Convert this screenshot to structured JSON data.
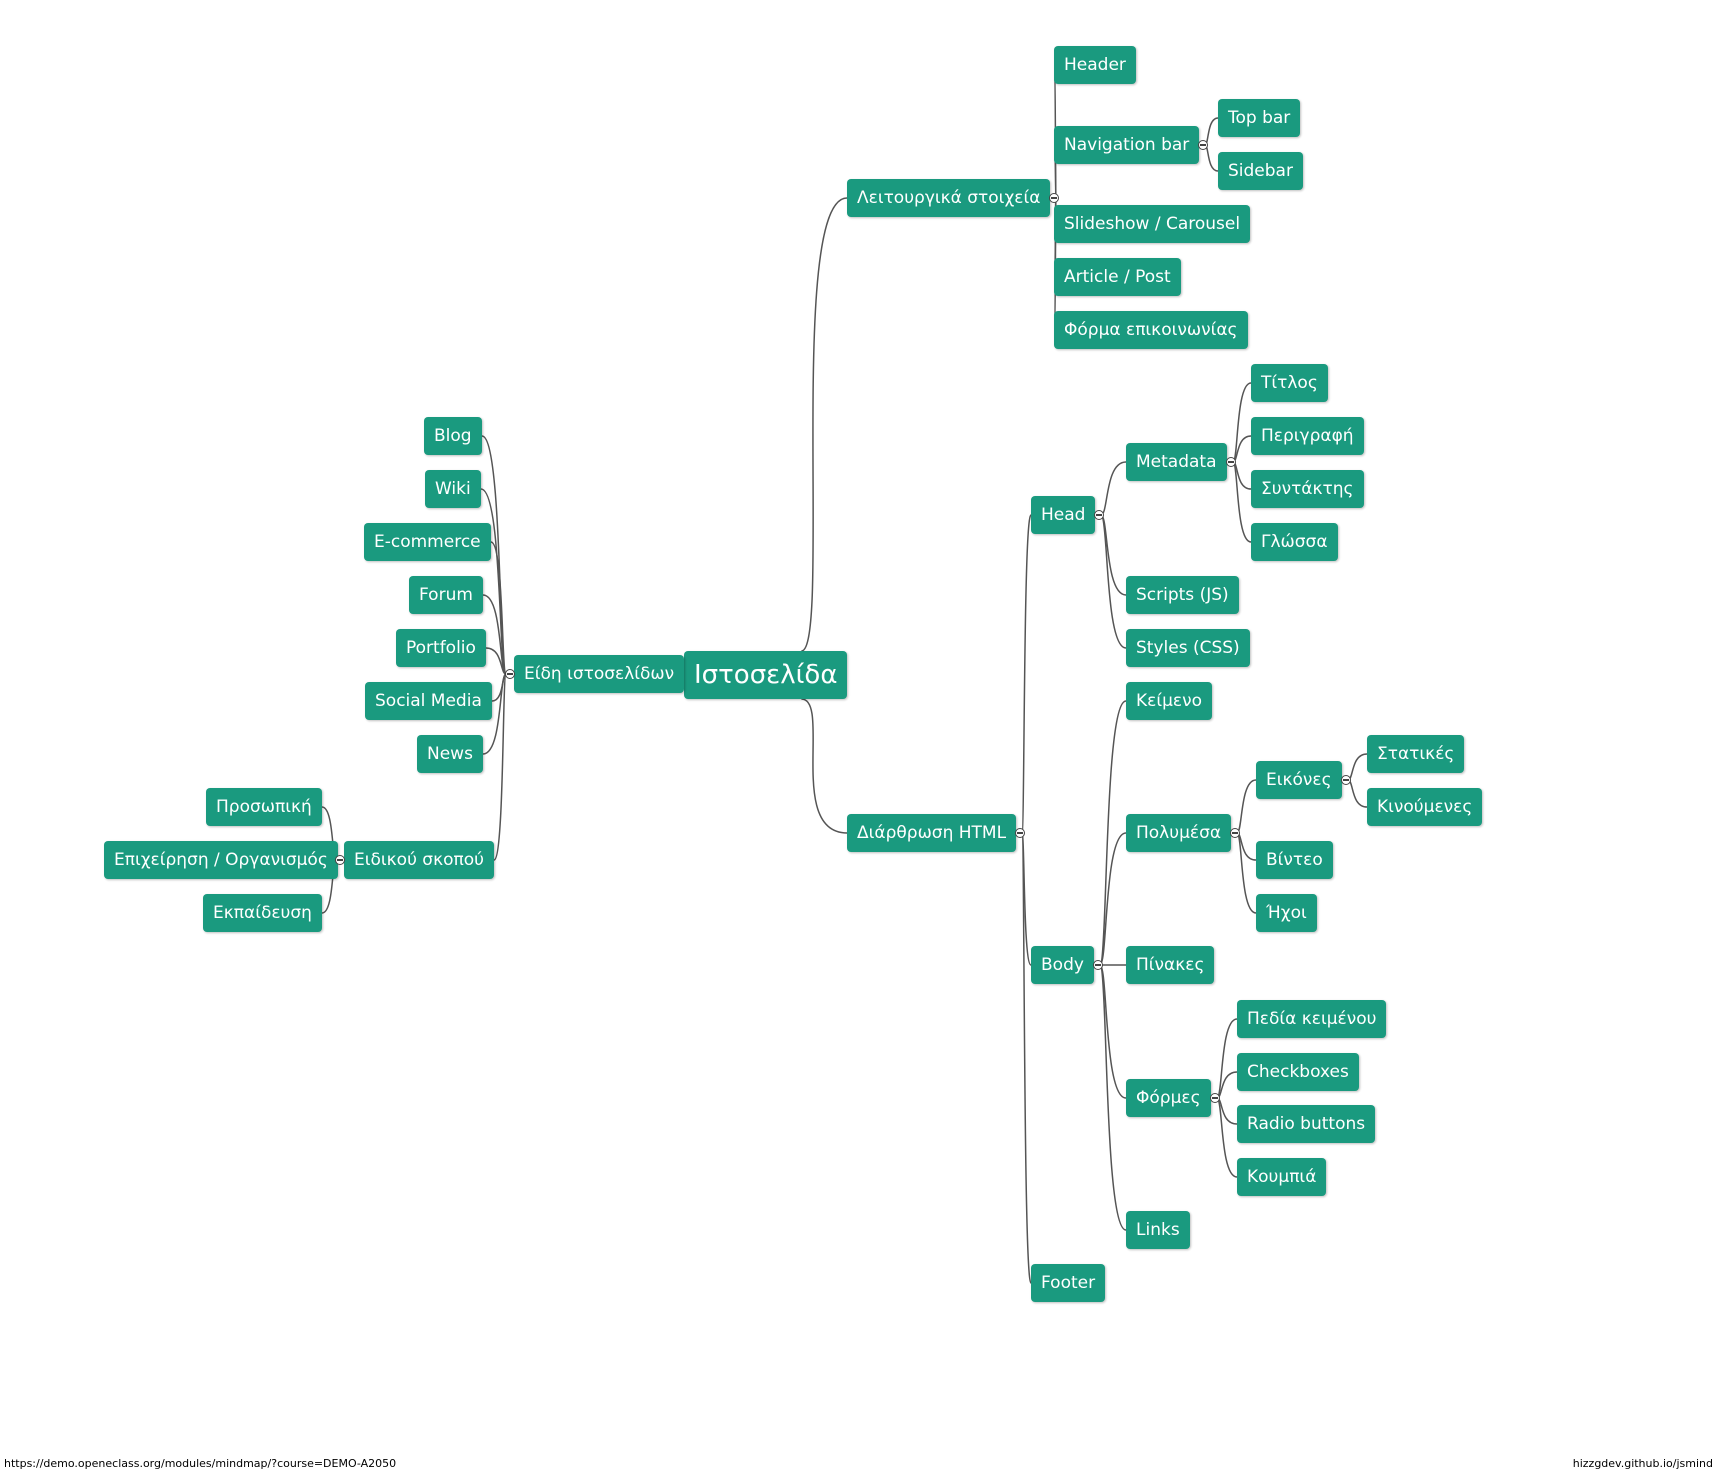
{
  "mindmap": {
    "root": {
      "id": "root",
      "label": "Ιστοσελίδα",
      "children": [
        {
          "id": "eidi",
          "label": "Είδη ιστοσελίδων",
          "side": "left",
          "children": [
            {
              "id": "blog",
              "label": "Blog"
            },
            {
              "id": "wiki",
              "label": "Wiki"
            },
            {
              "id": "ecommerce",
              "label": "E-commerce"
            },
            {
              "id": "forum",
              "label": "Forum"
            },
            {
              "id": "portfolio",
              "label": "Portfolio"
            },
            {
              "id": "social",
              "label": "Social Media"
            },
            {
              "id": "news",
              "label": "News"
            },
            {
              "id": "eidikou",
              "label": "Ειδικού σκοπού",
              "children": [
                {
                  "id": "prosopiki",
                  "label": "Προσωπική"
                },
                {
                  "id": "epixeirisi",
                  "label": "Επιχείρηση / Οργανισμός"
                },
                {
                  "id": "ekpaideusi",
                  "label": "Εκπαίδευση"
                }
              ]
            }
          ]
        },
        {
          "id": "leitourgika",
          "label": "Λειτουργικά στοιχεία",
          "side": "right",
          "children": [
            {
              "id": "header",
              "label": "Header"
            },
            {
              "id": "navbar",
              "label": "Navigation bar",
              "children": [
                {
                  "id": "topbar",
                  "label": "Top bar"
                },
                {
                  "id": "sidebar",
                  "label": "Sidebar"
                }
              ]
            },
            {
              "id": "slideshow",
              "label": "Slideshow / Carousel"
            },
            {
              "id": "article",
              "label": "Article / Post"
            },
            {
              "id": "forma",
              "label": "Φόρμα επικοινωνίας"
            }
          ]
        },
        {
          "id": "diarthrosi",
          "label": "Διάρθρωση HTML",
          "side": "right",
          "children": [
            {
              "id": "head",
              "label": "Head",
              "children": [
                {
                  "id": "metadata",
                  "label": "Metadata",
                  "children": [
                    {
                      "id": "titlos",
                      "label": "Τίτλος"
                    },
                    {
                      "id": "perigrafi",
                      "label": "Περιγραφή"
                    },
                    {
                      "id": "syntaktis",
                      "label": "Συντάκτης"
                    },
                    {
                      "id": "glossa",
                      "label": "Γλώσσα"
                    }
                  ]
                },
                {
                  "id": "scripts",
                  "label": "Scripts (JS)"
                },
                {
                  "id": "styles",
                  "label": "Styles (CSS)"
                }
              ]
            },
            {
              "id": "body",
              "label": "Body",
              "children": [
                {
                  "id": "keimeno",
                  "label": "Κείμενο"
                },
                {
                  "id": "polymesa",
                  "label": "Πολυμέσα",
                  "children": [
                    {
                      "id": "eikones",
                      "label": "Εικόνες",
                      "children": [
                        {
                          "id": "statikes",
                          "label": "Στατικές"
                        },
                        {
                          "id": "kinoumenes",
                          "label": "Κινούμενες"
                        }
                      ]
                    },
                    {
                      "id": "vinteo",
                      "label": "Βίντεο"
                    },
                    {
                      "id": "ixoi",
                      "label": "Ήχοι"
                    }
                  ]
                },
                {
                  "id": "pinakes",
                  "label": "Πίνακες"
                },
                {
                  "id": "formes",
                  "label": "Φόρμες",
                  "children": [
                    {
                      "id": "pedia",
                      "label": "Πεδία κειμένου"
                    },
                    {
                      "id": "checkboxes",
                      "label": "Checkboxes"
                    },
                    {
                      "id": "radio",
                      "label": "Radio buttons"
                    },
                    {
                      "id": "koumpia",
                      "label": "Κουμπιά"
                    }
                  ]
                },
                {
                  "id": "links",
                  "label": "Links"
                }
              ]
            },
            {
              "id": "footer",
              "label": "Footer"
            }
          ]
        }
      ]
    }
  },
  "colors": {
    "node_bg": "#1a9a7f",
    "node_text": "#ffffff",
    "edge": "#555555"
  },
  "footer": {
    "url": "https://demo.openeclass.org/modules/mindmap/?course=DEMO-A2050",
    "credit": "hizzgdev.github.io/jsmind"
  }
}
